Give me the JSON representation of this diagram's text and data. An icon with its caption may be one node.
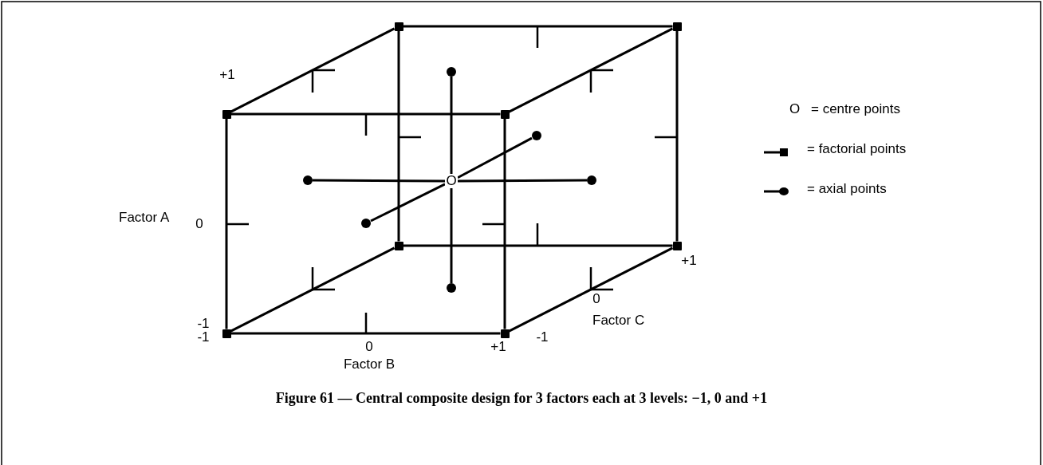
{
  "diagram": {
    "caption": "Figure 61 — Central composite design for 3 factors each at 3 levels: −1, 0 and +1",
    "nodes": [
      {
        "text": [
          "O"
        ]
      },
      {
        "text": [],
        "shape": "circle"
      },
      {
        "text": [],
        "shape": "circle"
      },
      {
        "text": [],
        "shape": "circle"
      },
      {
        "text": [],
        "shape": "circle"
      },
      {
        "text": [],
        "shape": "circle"
      },
      {
        "text": [],
        "shape": "circle"
      },
      {
        "text": [],
        "shape": "box"
      },
      {
        "text": [],
        "shape": "box"
      },
      {
        "text": [],
        "shape": "box"
      },
      {
        "text": [],
        "shape": "box"
      },
      {
        "text": [],
        "shape": "box"
      },
      {
        "text": [],
        "shape": "box"
      },
      {
        "text": [],
        "shape": "box"
      },
      {
        "text": [],
        "shape": "box"
      }
    ],
    "edges": [
      {
        "from": 0,
        "to": 1,
        "arrow": "none"
      },
      {
        "from": 0,
        "to": 2,
        "arrow": "none"
      },
      {
        "from": 0,
        "to": 3,
        "arrow": "none"
      },
      {
        "from": 0,
        "to": 4,
        "arrow": "none"
      },
      {
        "from": 0,
        "to": 5,
        "arrow": "none"
      },
      {
        "from": 0,
        "to": 6,
        "arrow": "none"
      },
      {
        "from": 7,
        "to": 8,
        "arrow": "none"
      },
      {
        "from": 8,
        "to": 12,
        "arrow": "none"
      },
      {
        "from": 12,
        "to": 11,
        "arrow": "none"
      },
      {
        "from": 11,
        "to": 7,
        "arrow": "none"
      },
      {
        "from": 9,
        "to": 10,
        "arrow": "none"
      },
      {
        "from": 10,
        "to": 14,
        "arrow": "none"
      },
      {
        "from": 14,
        "to": 13,
        "arrow": "none"
      },
      {
        "from": 13,
        "to": 9,
        "arrow": "none"
      },
      {
        "from": 9,
        "to": 7,
        "arrow": "none"
      },
      {
        "from": 10,
        "to": 8,
        "arrow": "none"
      },
      {
        "from": 13,
        "to": 11,
        "arrow": "none"
      },
      {
        "from": 14,
        "to": 12,
        "arrow": "none"
      }
    ],
    "labels": [
      "+1",
      "O",
      "Factor A",
      "0",
      "+1",
      "0",
      "-1",
      "-1",
      "-1",
      "0",
      "+1",
      "Factor C",
      "Factor B"
    ],
    "legend": [
      {
        "text": "= centre points"
      },
      {
        "text": "= factorial points"
      },
      {
        "text": "= axial points"
      }
    ]
  }
}
